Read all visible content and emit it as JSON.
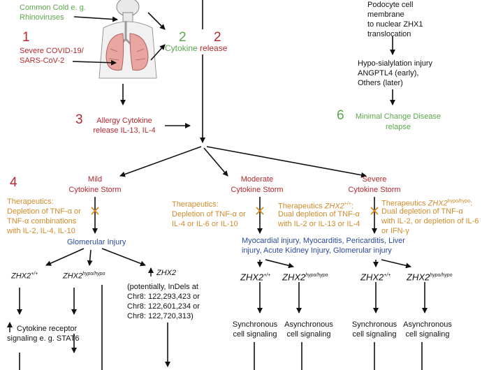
{
  "top_left": {
    "common_cold": "Common Cold e. g.",
    "rhinoviruses": "Rhinoviruses",
    "num1": "1",
    "covid_line1": "Severe COVID-19/",
    "covid_line2": "SARS-CoV-2",
    "num3": "3",
    "allergy_line1": "Allergy Cytokine",
    "allergy_line2": "release IL-13, IL-4"
  },
  "cytokine": {
    "num_green": "2",
    "num_red": "2",
    "word_green": "Cytokine",
    "word_red": "release"
  },
  "podocyte": {
    "line1": "Podocyte cell",
    "line2": "membrane",
    "line3": "to nuclear ZHX1",
    "line4": "translocation",
    "hypo1": "Hypo-sialylation injury",
    "hypo2": "ANGPTL4 (early),",
    "hypo3": "Others (later)",
    "num6": "6",
    "mcd1": "Minimal Change Disease",
    "mcd2": "relapse"
  },
  "mild": {
    "num4": "4",
    "title1": "Mild",
    "title2": "Cytokine Storm",
    "ther1": "Therapeutics:",
    "ther2": "Depletion of TNF-α or",
    "ther3": "TNF-α combinations",
    "ther4": "with IL-2, IL-4, IL-10",
    "injury": "Glomerular Injury",
    "zhx2_wt": "ZHX2",
    "zhx2_wt_sup": "+/+",
    "zhx2_hypo": "ZHX2",
    "zhx2_hypo_sup": "hypo/hypo",
    "zhx2_up": "ZHX2",
    "indel1": "(potentially, InDels at",
    "indel2": "Chr8: 122,293,423 or",
    "indel3": "Chr8: 122,601,234 or",
    "indel4": "Chr8: 122,720,313)",
    "receptor1": "Cytokine receptor",
    "receptor2": "signaling e. g. STAT6"
  },
  "moderate": {
    "title1": "Moderate",
    "title2": "Cytokine Storm",
    "ther1": "Therapeutics:",
    "ther2": "Depletion of TNF-α or",
    "ther3": "IL-4 or IL-6 or IL-10",
    "ther_b1": "Therapeutics",
    "ther_b1_gene": "ZHX2",
    "ther_b1_sup": "+/+",
    "ther_b2": "Dual depletion of TNF-α",
    "ther_b3": "with IL-2 or IL-13 or IL-4",
    "zhx2_wt": "ZHX2",
    "zhx2_wt_sup": "+/+",
    "zhx2_hypo": "ZHX2",
    "zhx2_hypo_sup": "hypo/hypo",
    "sync1": "Synchronous",
    "sync2": "cell signaling",
    "async1": "Asynchronous",
    "async2": "cell signaling"
  },
  "severe": {
    "title1": "Severe",
    "title2": "Cytokine Storm",
    "ther1": "Therapeutics",
    "ther1_gene": "ZHX2",
    "ther1_sup": "hypo/hypo",
    "ther2": "Dual depletion of TNF-α",
    "ther3": "with IL-2, or depletion of IL-6",
    "ther4": "or IFN-γ",
    "zhx2_wt": "ZHX2",
    "zhx2_wt_sup": "+/+",
    "zhx2_hypo": "ZHX2",
    "zhx2_hypo_sup": "hypo/hypo",
    "sync1": "Synchronous",
    "sync2": "cell signaling",
    "async1": "Asynchronous",
    "async2": "cell signaling"
  },
  "shared_injury": {
    "line1": "Myocardial injury, Myocarditis, Pericarditis, Liver",
    "line2": "injury, Acute Kidney Injury, Glomerular injury"
  },
  "colors": {
    "green": "#5aa64a",
    "red": "#b4282e",
    "orange": "#d08a2a",
    "blue": "#2b4a9a"
  }
}
